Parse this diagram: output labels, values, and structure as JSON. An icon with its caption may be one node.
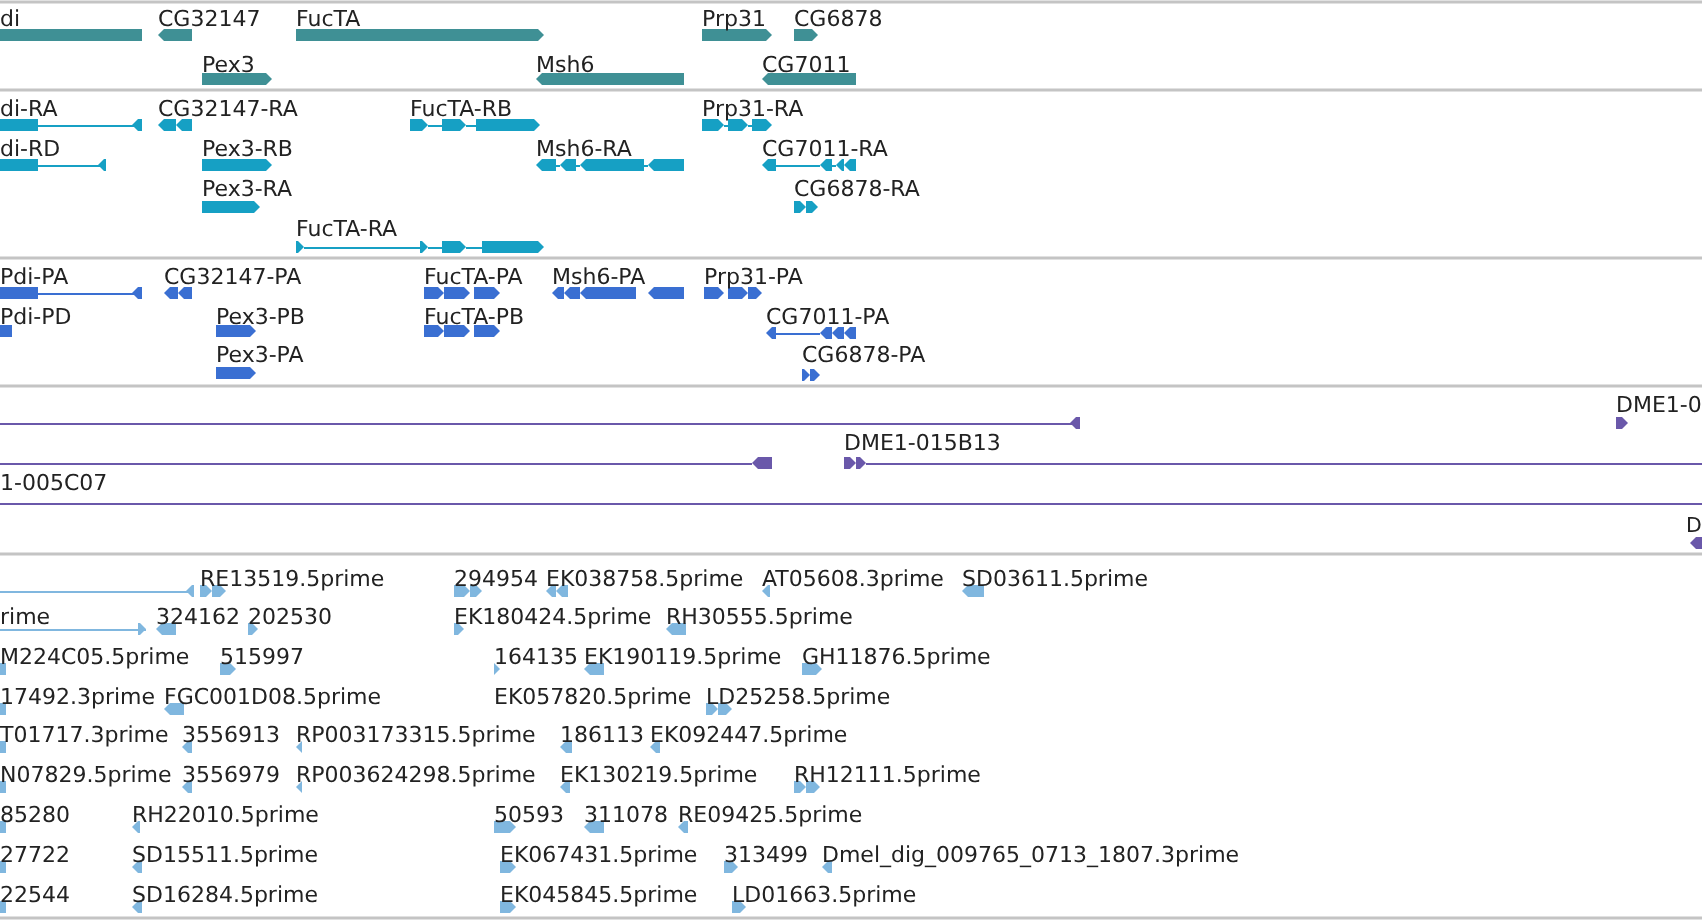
{
  "diagram": {
    "labels": [
      "di",
      "CG32147",
      "FucTA",
      "Prp31",
      "CG6878",
      "Pex3",
      "Msh6",
      "CG7011",
      "di-RA",
      "CG32147-RA",
      "FucTA-RB",
      "Prp31-RA",
      "di-RD",
      "Pex3-RB",
      "Msh6-RA",
      "CG7011-RA",
      "Pex3-RA",
      "CG6878-RA",
      "FucTA-RA",
      "Pdi-PA",
      "CG32147-PA",
      "FucTA-PA",
      "Msh6-PA",
      "Prp31-PA",
      "Pdi-PD",
      "Pex3-PB",
      "FucTA-PB",
      "CG7011-PA",
      "Pex3-PA",
      "CG6878-PA",
      "DME1-0",
      "DME1-015B13",
      "1-005C07",
      "D",
      "RE13519.5prime",
      "294954",
      "EK038758.5prime",
      "AT05608.3prime",
      "SD03611.5prime",
      "rime",
      "324162",
      "202530",
      "EK180424.5prime",
      "RH30555.5prime",
      "M224C05.5prime",
      "515997",
      "164135",
      "EK190119.5prime",
      "GH11876.5prime",
      "17492.3prime",
      "FGC001D08.5prime",
      "EK057820.5prime",
      "LD25258.5prime",
      "T01717.3prime",
      "3556913",
      "RP003173315.5prime",
      "186113",
      "EK092447.5prime",
      "N07829.5prime",
      "3556979",
      "RP003624298.5prime",
      "EK130219.5prime",
      "RH12111.5prime",
      "85280",
      "RH22010.5prime",
      "50593",
      "311078",
      "RE09425.5prime",
      "27722",
      "SD15511.5prime",
      "EK067431.5prime",
      "313499",
      "Dmel_dig_009765_0713_1807.3prime",
      "22544",
      "SD16284.5prime",
      "EK045845.5prime",
      "LD01663.5prime"
    ]
  }
}
